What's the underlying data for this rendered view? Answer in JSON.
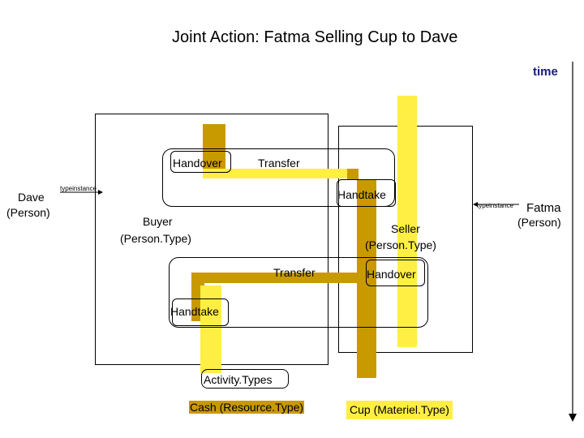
{
  "title": "Joint Action:  Fatma Selling Cup to Dave",
  "time_label": "time",
  "left_actor": {
    "name": "Dave",
    "type": "(Person)",
    "relation": "typeinstance"
  },
  "right_actor": {
    "name": "Fatma",
    "type": "(Person)",
    "relation": "typeinstance"
  },
  "labels": {
    "handover_top": "Handover",
    "transfer_top": "Transfer",
    "handtake_top": "Handtake",
    "buyer_name": "Buyer",
    "buyer_type": "(Person.Type)",
    "seller_name": "Seller",
    "seller_type": "(Person.Type)",
    "transfer_bottom": "Transfer",
    "handover_bottom": "Handover",
    "handtake_bottom": "Handtake",
    "activity_types": "Activity.Types",
    "cash": "Cash (Resource.Type)",
    "cup": "Cup (Materiel.Type)"
  },
  "colors": {
    "gold": "#c89a00",
    "yellow": "#ffee44",
    "title_accent": "#1a1a7a"
  }
}
